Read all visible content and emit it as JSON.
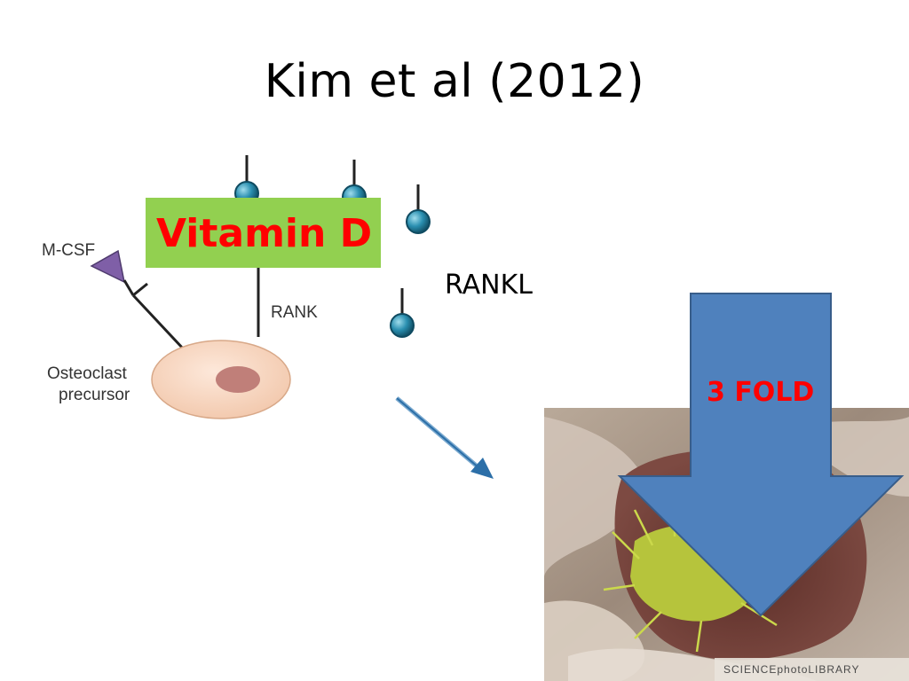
{
  "slide": {
    "title": "Kim et al (2012)"
  },
  "diagram": {
    "mcsf_label": "M-CSF",
    "rank_label": "RANK",
    "cell_label_line1": "Osteoclast",
    "cell_label_line2": "precursor",
    "vitamin_d_label": "Vitamin D",
    "rankl_label": "RANKL",
    "fold_label": "3 FOLD"
  },
  "photo": {
    "credit": "SCIENCEphotoLIBRARY"
  },
  "colors": {
    "vitamin_d_box": "#92d050",
    "highlight_text": "#ff0000",
    "down_arrow": "#4f81bd",
    "ligand_ball": "#2a8fb0",
    "cell_body": "#f8d9c4",
    "nucleus": "#c07f79",
    "mcsf_triangle": "#7f5fa7"
  }
}
